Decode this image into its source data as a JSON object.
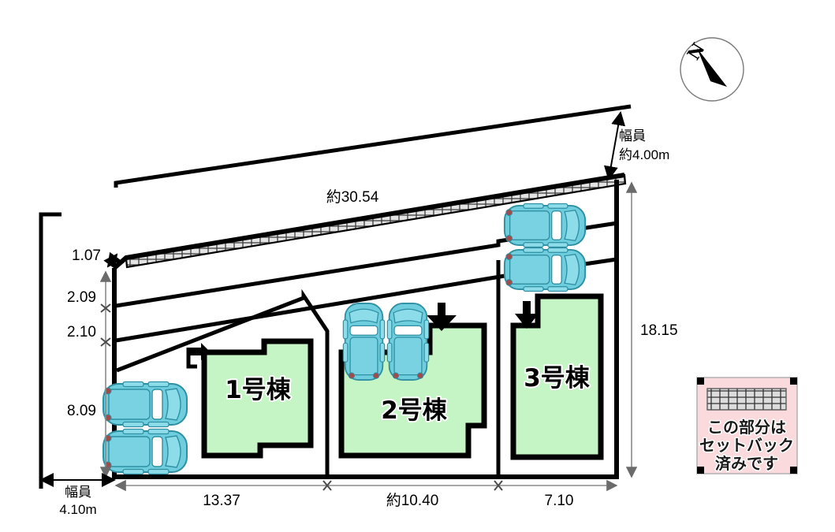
{
  "document": {
    "type": "site-plan",
    "title": "Property Site Layout Plan"
  },
  "colors": {
    "building_fill": "#c5f5c5",
    "building_stroke": "#000000",
    "car_fill": "#6fcede",
    "car_stroke": "#2f8fa3",
    "legend_fill": "#fadadd",
    "legend_border": "#b0b0b0",
    "setback_hatch": "#d9d9d9",
    "site_line": "#000000",
    "dimension_line": "#808080"
  },
  "buildings": [
    {
      "id": "building-1",
      "label": "1号棟",
      "entrance": "arrow-right"
    },
    {
      "id": "building-2",
      "label": "2号棟",
      "entrance": "arrow-down"
    },
    {
      "id": "building-3",
      "label": "3号棟",
      "entrance": "arrow-down"
    }
  ],
  "dimensions": {
    "top_frontage": "約30.54",
    "left_1": "1.07",
    "left_2": "2.09",
    "left_3": "2.10",
    "left_4": "8.09",
    "right_depth": "18.15",
    "bottom_1": "13.37",
    "bottom_2": "約10.40",
    "bottom_3": "7.10"
  },
  "road_labels": {
    "left_road_line1": "幅員",
    "left_road_line2": "4.10m",
    "top_road_line1": "幅員",
    "top_road_line2": "約4.00m"
  },
  "legend": {
    "line1": "この部分は",
    "line2": "セットバック",
    "line3": "済みです",
    "swatch": "hatched-setback-pattern"
  },
  "compass": {
    "north_label": "N"
  }
}
